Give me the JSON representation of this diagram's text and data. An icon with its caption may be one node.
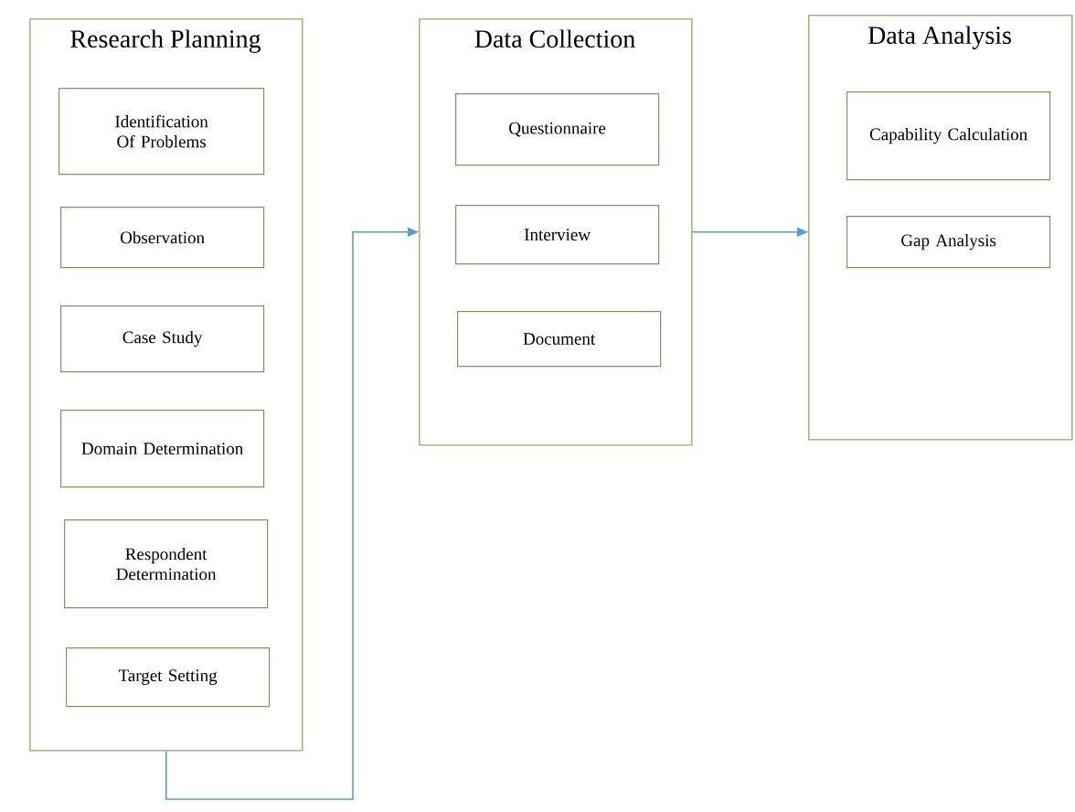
{
  "diagram": {
    "nodes": [
      {
        "text": [
          "Research Planning"
        ]
      },
      {
        "text": [
          "Identification Of Problems"
        ],
        "in": 0
      },
      {
        "text": [
          "Observation"
        ],
        "in": 0
      },
      {
        "text": [
          "Case Study"
        ],
        "in": 0
      },
      {
        "text": [
          "Domain Determination"
        ],
        "in": 0
      },
      {
        "text": [
          "Respondent Determination"
        ],
        "in": 0
      },
      {
        "text": [
          "Target Setting"
        ],
        "in": 0
      },
      {
        "text": [
          "Data Collection"
        ]
      },
      {
        "text": [
          "Questionnaire"
        ],
        "in": 7
      },
      {
        "text": [
          "Interview"
        ],
        "in": 7
      },
      {
        "text": [
          "Document"
        ],
        "in": 7
      },
      {
        "text": [
          "Data Analysis"
        ]
      },
      {
        "text": [
          "Capability Calculation"
        ],
        "in": 11
      },
      {
        "text": [
          "Gap Analysis"
        ],
        "in": 11
      }
    ],
    "edges": [
      {
        "from": 0,
        "to": 7,
        "arrow": "to"
      },
      {
        "from": 7,
        "to": 11,
        "arrow": "to"
      }
    ]
  }
}
